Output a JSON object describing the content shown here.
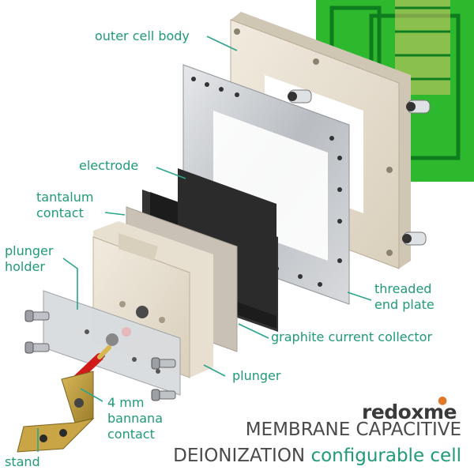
{
  "labels": {
    "outer_cell_body": "outer cell body",
    "electrode": "electrode",
    "tantalum_contact": "tantalum\ncontact",
    "plunger_holder": "plunger\nholder",
    "threaded_end_plate": "threaded\nend plate",
    "graphite_current_collector": "graphite current collector",
    "plunger": "plunger",
    "banana_contact": "4 mm\nbannana\ncontact",
    "stand": "stand"
  },
  "brand": {
    "pre": "redox",
    "m": "m",
    "post": "e"
  },
  "title": {
    "line1": "MEMBRANE CAPACITIVE",
    "line2_main": "DEIONIZATION",
    "line2_accent": "configurable cell"
  },
  "colors": {
    "accent": "#1f9a78",
    "title": "#4a4a4a",
    "brand_dot": "#e0782a",
    "pcb_green": "#2eb82e",
    "body_beige": "#e8e0d0",
    "steel": "#c9ccd0",
    "electrode": "#2b2b2b"
  }
}
